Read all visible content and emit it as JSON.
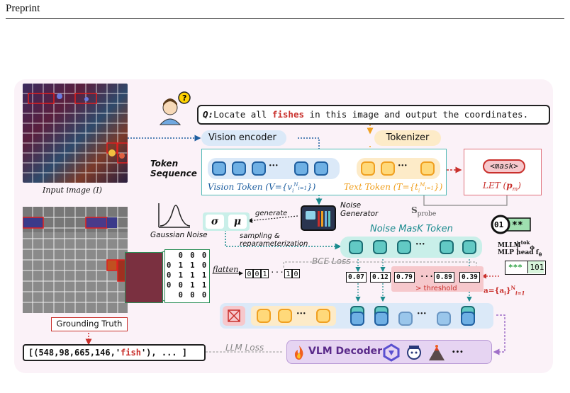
{
  "header": {
    "label": "Preprint"
  },
  "question": {
    "prefix": "Q:",
    "before": "Locate all ",
    "highlight": "fishes",
    "after": " in this image and output the coordinates."
  },
  "vision_encoder": "Vision encoder",
  "tokenizer": "Tokenizer",
  "token_sequence": "Token\nSequence",
  "vision_token_label": "Vision Token (V={v",
  "vision_token_sub": "i",
  "vision_token_sup": "N",
  "vision_token_tail": "i=1",
  "text_token_label": "Text Token (T={t",
  "mask_token": "<mask>",
  "let_label": "LET (",
  "let_var": "p",
  "let_sub": "m",
  "input_caption": "Input image (I)",
  "gaussian_label": "Gaussian Noise",
  "sigma": "σ",
  "mu": "μ",
  "generate": "generate",
  "noise_generator": "Noise\nGenerator",
  "sampling": "sampling &\nreparameterization",
  "s_probe": "S",
  "s_probe_sub": "probe",
  "noise_mask_token": "Noise MasK Token",
  "mllm_label": "MLLM",
  "mllm_sup": "tok",
  "mllm_sub": "ϕ",
  "mlp_head": "MLP head f",
  "mlp_sub": "θ",
  "mlp_value": "101",
  "mlp_stars": "***",
  "a_label": "a={a",
  "bce_loss": "BCE Loss",
  "flatten": "flatten",
  "threshold": "> threshold",
  "grid_matrix": [
    [
      " ",
      "0",
      "0",
      "0"
    ],
    [
      "0",
      "1",
      "1",
      "0"
    ],
    [
      "0",
      "1",
      "1",
      "1"
    ],
    [
      "0",
      "0",
      "1",
      "1"
    ],
    [
      " ",
      "0",
      "0",
      "0"
    ]
  ],
  "flat_bits": [
    "0",
    "0",
    "1",
    "1",
    "0"
  ],
  "probs": [
    "0.07",
    "0.12",
    "0.79",
    "0.89",
    "0.39"
  ],
  "grounding_truth": "Grounding Truth",
  "output_text": {
    "before": "[(548,98,665,146,'",
    "fish": "fish",
    "after": "'), ... ]"
  },
  "llm_loss": "LLM Loss",
  "vlm_decoder": "VLM Decoder",
  "colors": {
    "accent_blue": "#1f5fa0",
    "accent_teal": "#1b6d73",
    "accent_red": "#c9302c",
    "accent_yellow": "#f0a020"
  }
}
